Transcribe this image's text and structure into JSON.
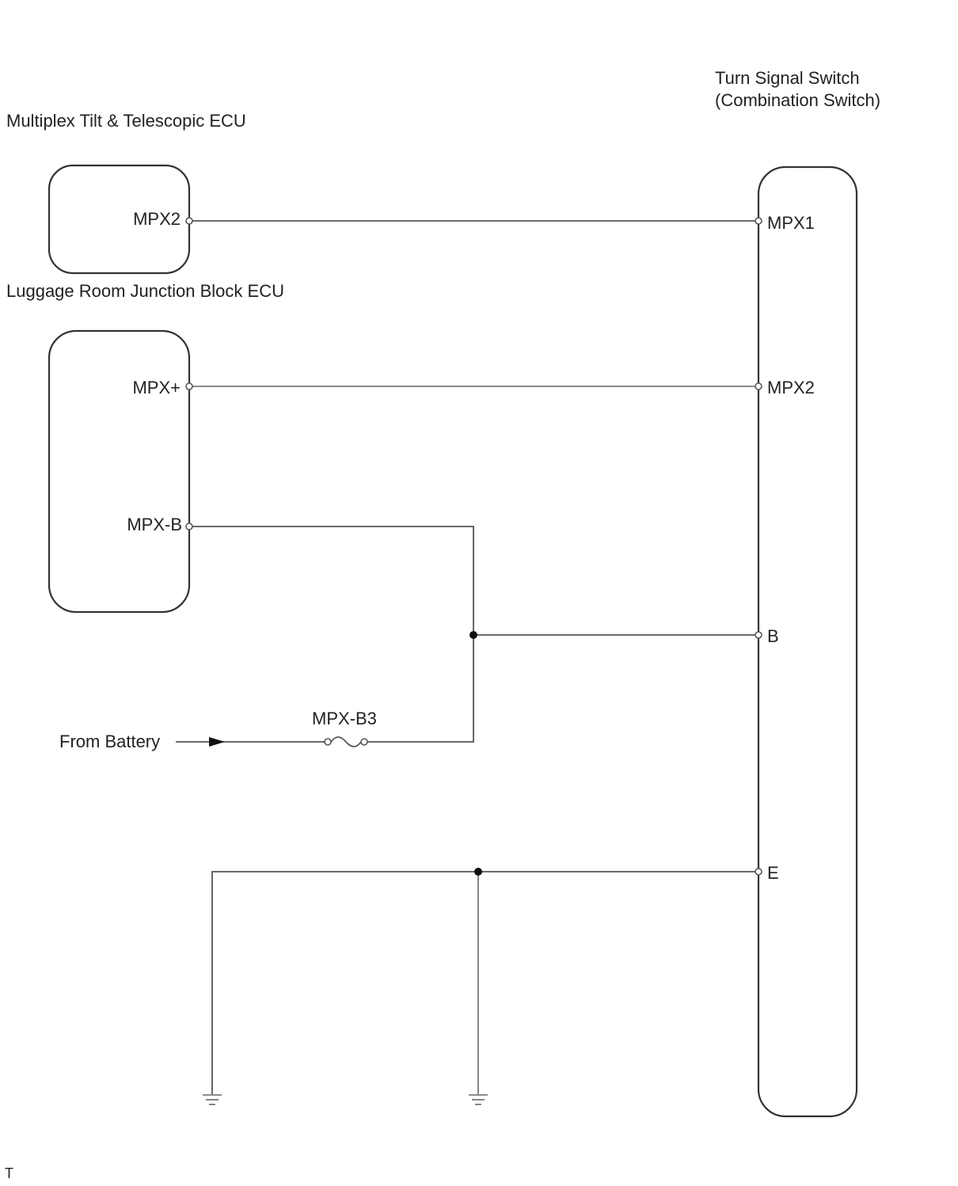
{
  "components": {
    "tilt_ecu": {
      "title": "Multiplex Tilt & Telescopic ECU",
      "pins": [
        "MPX2"
      ]
    },
    "luggage_ecu": {
      "title": "Luggage Room Junction Block ECU",
      "pins": [
        "MPX+",
        "MPX-B"
      ]
    },
    "turn_switch": {
      "title_line1": "Turn Signal Switch",
      "title_line2": "(Combination Switch)",
      "pins": [
        "MPX1",
        "MPX2",
        "B",
        "E"
      ]
    }
  },
  "fuse": {
    "label": "MPX-B3"
  },
  "battery": {
    "label": "From Battery"
  },
  "footer": {
    "mark": "T"
  },
  "colors": {
    "wire": "#555555",
    "box": "#333333",
    "text": "#222222"
  }
}
